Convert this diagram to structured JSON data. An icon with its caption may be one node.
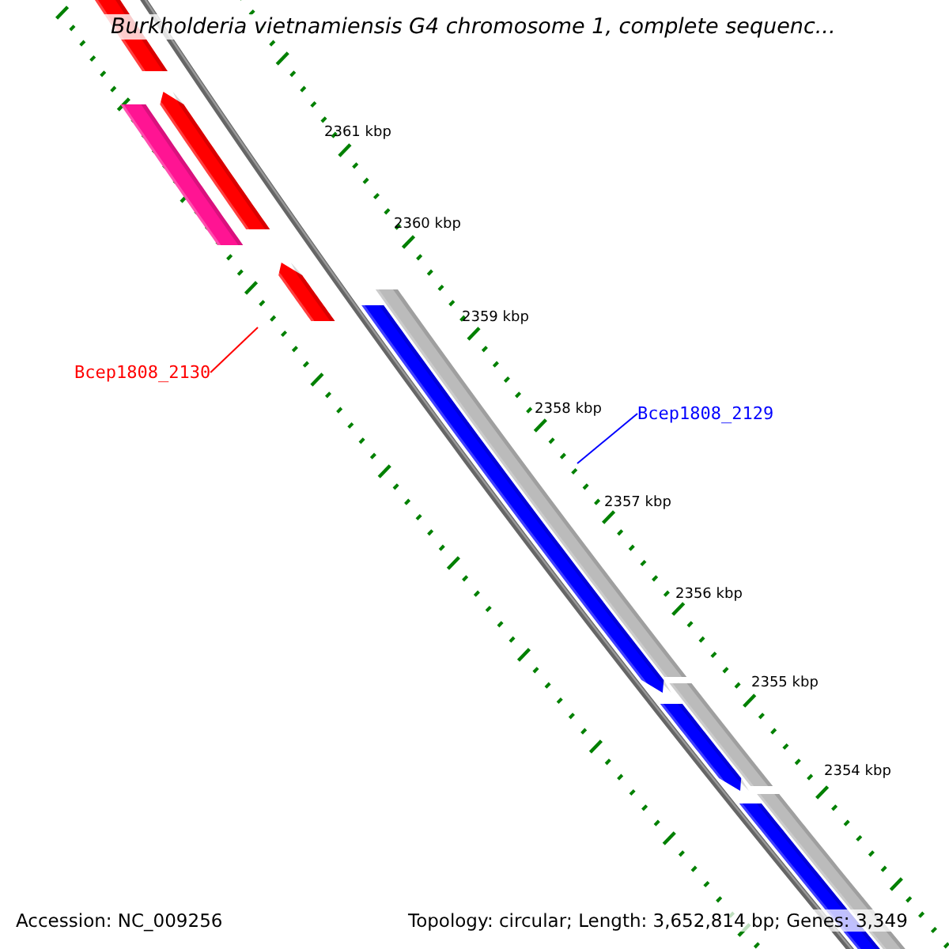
{
  "diagram": {
    "title": "Burkholderia vietnamiensis G4 chromosome 1, complete sequenc...",
    "nodes": [
      {
        "text": [
          "Bcep1808_2130"
        ]
      },
      {
        "text": [
          "Bcep1808_2129"
        ]
      }
    ],
    "edges": [
      {
        "from": 0,
        "to": null,
        "arrow": "none",
        "color": "#ff0000"
      },
      {
        "from": 1,
        "to": null,
        "arrow": "none",
        "color": "#0000ff"
      }
    ],
    "labels": [
      "2361 kbp",
      "2360 kbp",
      "2359 kbp",
      "2358 kbp",
      "2357 kbp",
      "2356 kbp",
      "2355 kbp",
      "2354 kbp",
      "Accession: NC_009256",
      "Topology: circular; Length: 3,652,814 bp; Genes: 3,349"
    ]
  }
}
